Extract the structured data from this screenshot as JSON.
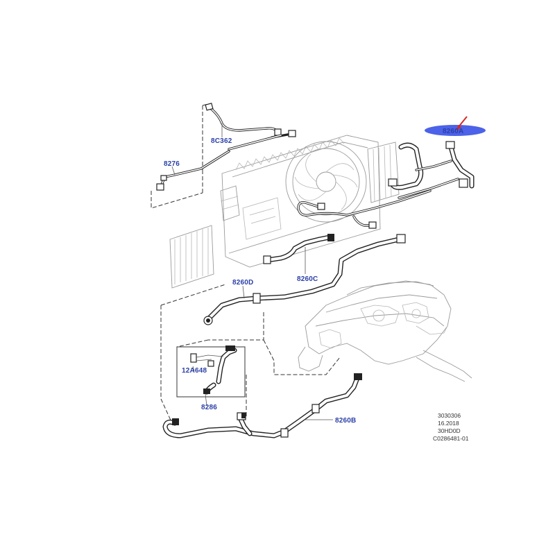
{
  "labels": {
    "l8276": "8276",
    "l8C362": "8C362",
    "l8260A": "8260A",
    "l8260C": "8260C",
    "l8260D": "8260D",
    "l12A648": "12A648",
    "l8286": "8286",
    "l8260B": "8260B"
  },
  "reference_block": {
    "line1": "3030306",
    "line2": "16.2018",
    "line3": "30HD0D",
    "line4": "C0286481-01"
  },
  "colors": {
    "label_text": "#2a3fa8",
    "highlight_ellipse": "#3d55e6",
    "marker_arrow": "#d62828",
    "line_art": "#222222"
  }
}
